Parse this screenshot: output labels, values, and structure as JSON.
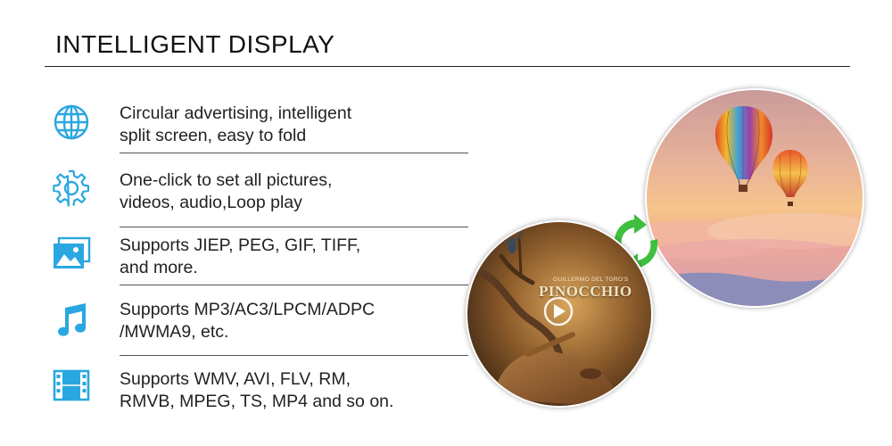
{
  "header": {
    "title": "INTELLIGENT DISPLAY"
  },
  "features": [
    {
      "icon": "globe-icon",
      "line1": "Circular advertising, intelligent",
      "line2": "split screen, easy to fold"
    },
    {
      "icon": "gear-icon",
      "line1": "One-click to set all pictures,",
      "line2": "videos, audio,Loop play"
    },
    {
      "icon": "image-icon",
      "line1": "Supports JIEP, PEG, GIF, TIFF,",
      "line2": "and more."
    },
    {
      "icon": "music-note-icon",
      "line1": "Supports MP3/AC3/LPCM/ADPC",
      "line2": "/MWMA9, etc."
    },
    {
      "icon": "film-icon",
      "line1": "Supports WMV, AVI, FLV, RM,",
      "line2": "RMVB, MPEG, TS, MP4 and so on."
    }
  ],
  "media": {
    "left_circle": {
      "subtitle": "GUILLERMO DEL TORO'S",
      "title": "PINOCCHIO"
    }
  },
  "colors": {
    "icon_blue": "#2aa7e0",
    "arrow_green": "#3fbf3f"
  }
}
